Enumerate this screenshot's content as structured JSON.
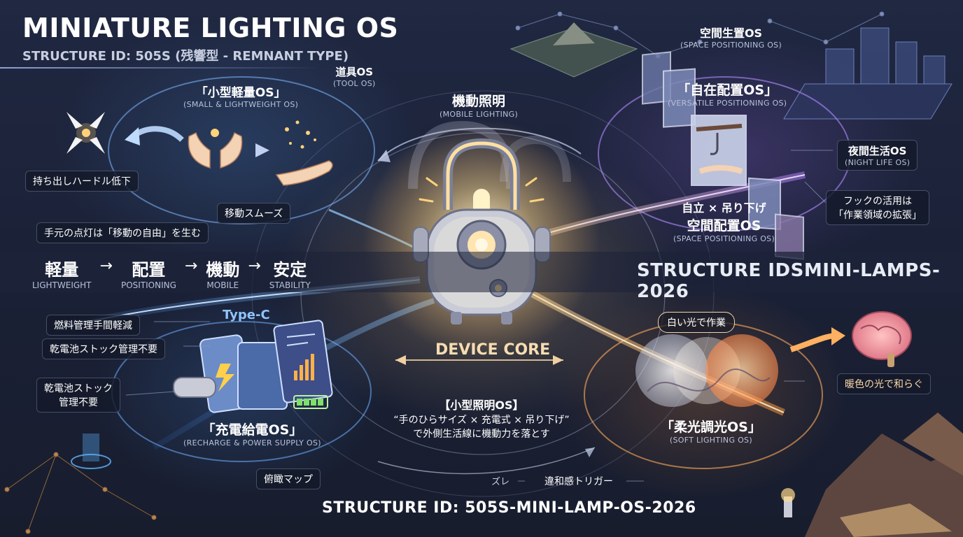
{
  "header": {
    "title": "MINIATURE LIGHTING OS",
    "subtitle": "STRUCTURE ID: 505S (残響型 - REMNANT TYPE)"
  },
  "nodes": {
    "tool_os": {
      "jp": "道具OS",
      "en": "(TOOL OS)"
    },
    "small_light": {
      "jp": "「小型軽量OS」",
      "en": "(SMALL & LIGHTWEIGHT OS)"
    },
    "mobile_lighting": {
      "jp": "機動照明",
      "en": "(MOBILE LIGHTING)"
    },
    "space_gen": {
      "jp": "空間生置OS",
      "en": "(SPACE POSITIONING OS)"
    },
    "versatile": {
      "jp": "「自在配置OS」",
      "en": "(VERSATILE POSITIONING OS)"
    },
    "night_life": {
      "jp": "夜間生活OS",
      "en": "(NIGHT LIFE OS)"
    },
    "space_pos": {
      "jp_top": "自立 × 吊り下げ",
      "jp": "空間配置OS",
      "en": "(SPACE POSITIONING OS)"
    },
    "recharge": {
      "jp": "「充電給電OS」",
      "en": "(RECHARGE & POWER SUPPLY OS)"
    },
    "soft_light": {
      "jp": "「柔光調光OS」",
      "en": "(SOFT LIGHTING OS)"
    },
    "core_text": {
      "title": "【小型照明OS】",
      "line1": "“手のひらサイズ × 充電式 × 吊り下げ”",
      "line2": "で外側生活線に機動力を落とす"
    }
  },
  "tags": {
    "hurdle": "持ち出しハードル低下",
    "smooth": "移動スムーズ",
    "freedom": "手元の点灯は「移動の自由」を生む",
    "hook": "フックの活用は\n「作業領域の拡張」",
    "fuel": "燃料管理手間軽減",
    "battery1": "乾電池ストック管理不要",
    "battery2": "乾電池ストック\n管理不要",
    "white_light": "白い光で作業",
    "warm_light": "暖色の光で和らぐ",
    "map": "俯瞰マップ",
    "gap": "ズレ",
    "trigger": "違和感トリガー"
  },
  "flow": [
    {
      "jp": "軽量",
      "en": "LIGHTWEIGHT"
    },
    {
      "jp": "配置",
      "en": "POSITIONING"
    },
    {
      "jp": "機動",
      "en": "MOBILE"
    },
    {
      "jp": "安定",
      "en": "STABILITY"
    }
  ],
  "flow_arrow": "→",
  "structure_id_right": "STRUCTURE IDSMINI-LAMPS-2026",
  "structure_id_bottom": "STRUCTURE ID: 505S-MINI-LAMP-OS-2026",
  "core_label": "DEVICE CORE",
  "typec_label": "Type-C",
  "colors": {
    "blue": "#5fb4ff",
    "purple": "#a97cff",
    "orange": "#ffa84a",
    "core_glow": "#ffd98a"
  }
}
